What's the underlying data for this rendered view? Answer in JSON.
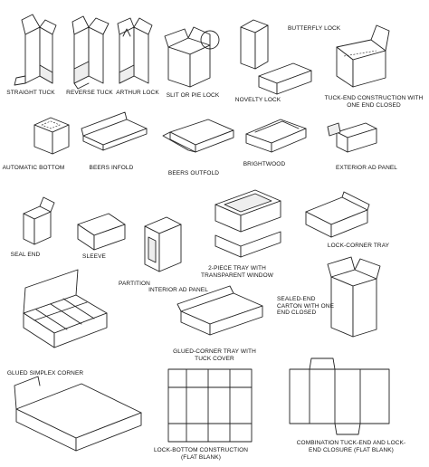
{
  "labels": {
    "straight_tuck": "STRAIGHT TUCK",
    "reverse_tuck": "REVERSE TUCK",
    "arthur_lock": "ARTHUR LOCK",
    "slit_pie_lock": "SLIT OR PIE LOCK",
    "novelty_lock": "NOVELTY LOCK",
    "butterfly_lock": "BUTTERFLY LOCK",
    "tuck_end_1": "TUCK-END CONSTRUCTION WITH",
    "tuck_end_2": "ONE END CLOSED",
    "automatic_bottom": "AUTOMATIC BOTTOM",
    "beers_infold": "BEERS INFOLD",
    "beers_outfold": "BEERS OUTFOLD",
    "brightwood": "BRIGHTWOOD",
    "exterior_ad_panel": "EXTERIOR AD PANEL",
    "seal_end": "SEAL END",
    "sleeve": "SLEEVE",
    "interior_ad_panel": "INTERIOR AD PANEL",
    "two_piece_1": "2-PIECE TRAY WITH",
    "two_piece_2": "TRANSPARENT WINDOW",
    "lock_corner_tray": "LOCK-CORNER TRAY",
    "partition": "PARTITION",
    "glued_corner_1": "GLUED-CORNER TRAY WITH",
    "glued_corner_2": "TUCK COVER",
    "sealed_end_1": "SEALED-END",
    "sealed_end_2": "CARTON WITH ONE",
    "sealed_end_3": "END CLOSED",
    "glued_simplex": "GLUED SIMPLEX CORNER",
    "lock_bottom_1": "LOCK-BOTTOM CONSTRUCTION",
    "lock_bottom_2": "(FLAT BLANK)",
    "combination_1": "COMBINATION TUCK-END AND LOCK-",
    "combination_2": "END CLOSURE (FLAT BLANK)"
  }
}
